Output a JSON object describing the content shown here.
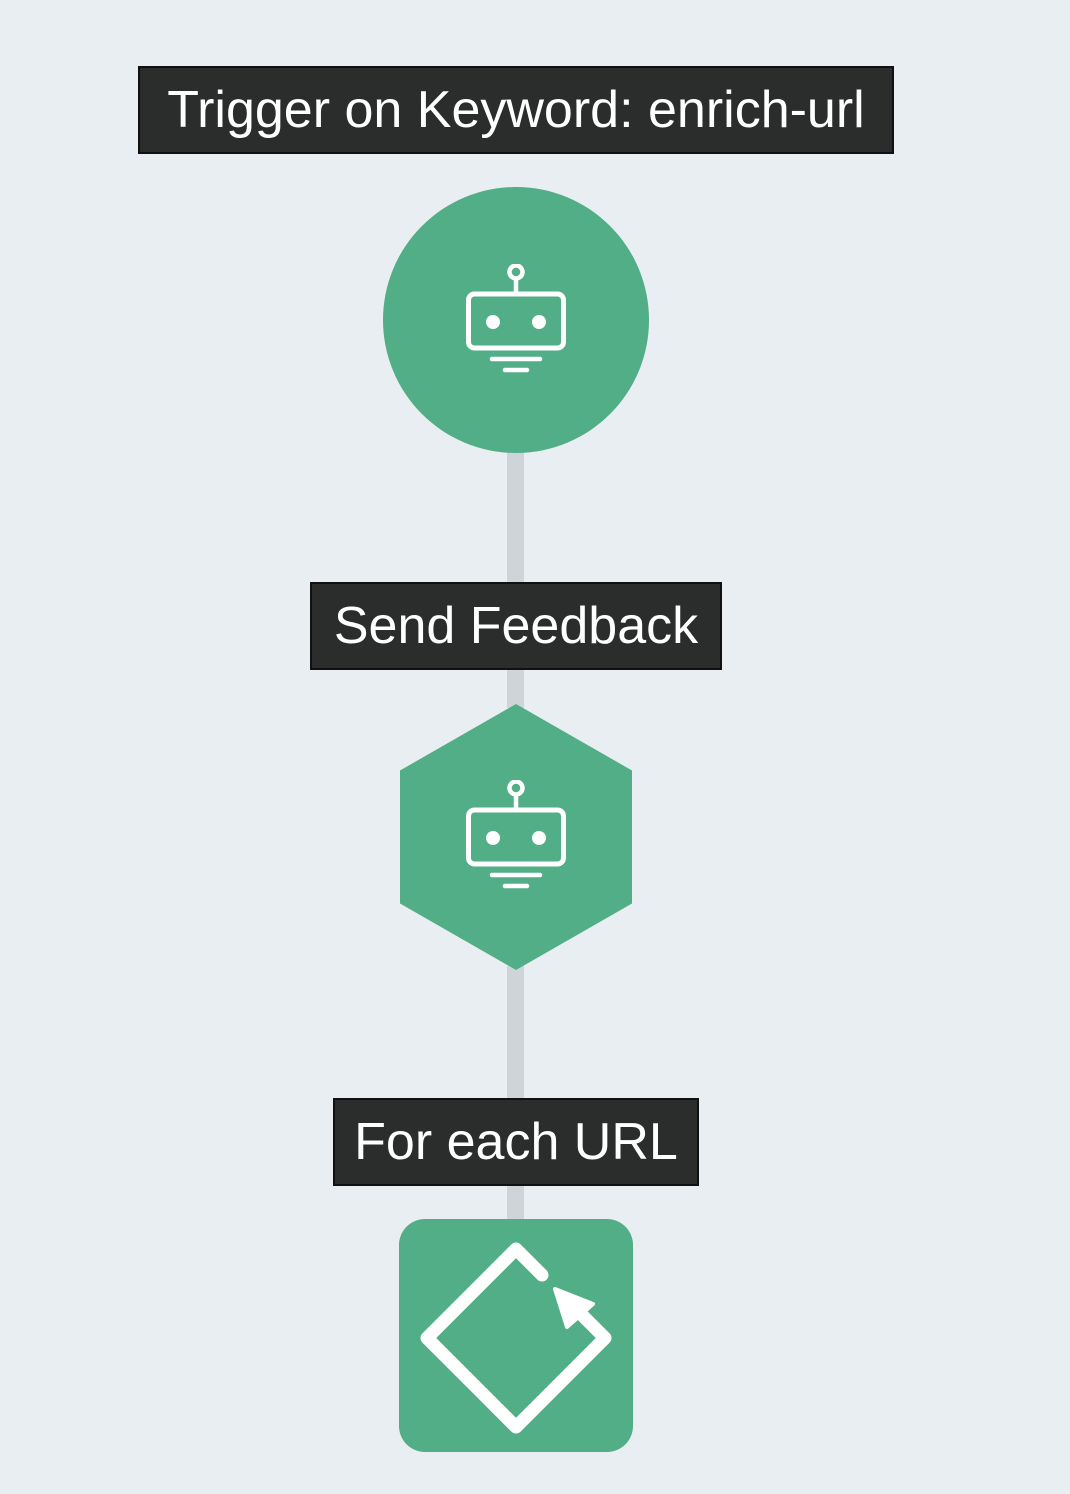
{
  "workflow": {
    "nodes": [
      {
        "label": "Trigger on Keyword: enrich-url",
        "shape": "circle",
        "icon": "robot-icon"
      },
      {
        "label": "Send Feedback",
        "shape": "hexagon",
        "icon": "robot-icon"
      },
      {
        "label": "For each URL",
        "shape": "rounded-square",
        "icon": "loop-icon"
      }
    ]
  },
  "colors": {
    "background": "#e9eef2",
    "node": "#51ae86",
    "label_bg": "#2b2d2d",
    "connector": "#cfd4d8"
  }
}
